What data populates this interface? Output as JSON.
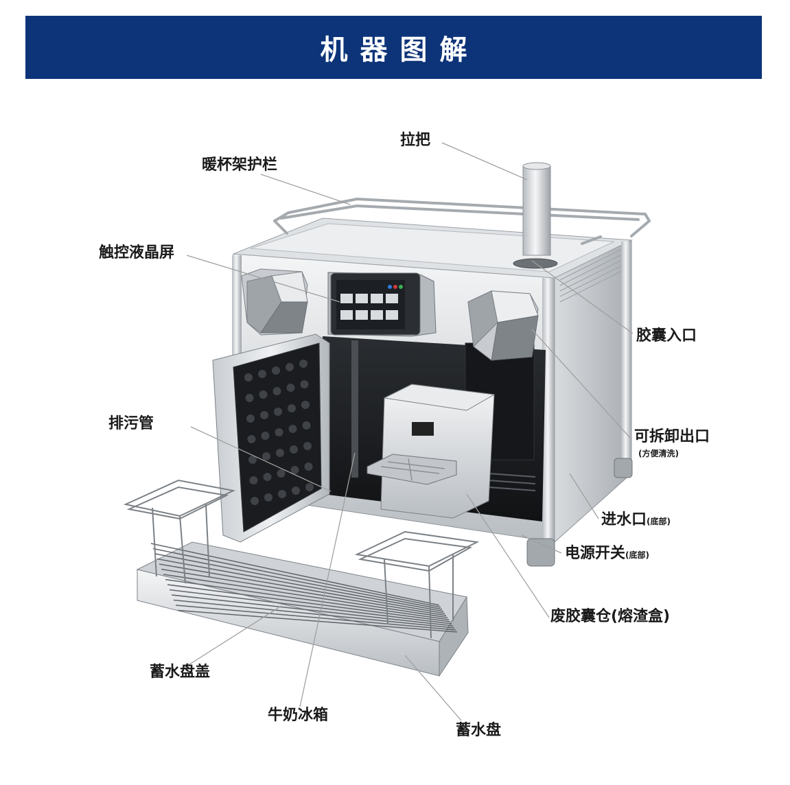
{
  "header": {
    "title": "机器图解"
  },
  "colors": {
    "banner": "#0d3479",
    "leader_line": "#9a9a9a",
    "steel_light": "#e6e8ea",
    "steel_mid": "#bfc3c7",
    "steel_dark": "#7c8186",
    "interior": "#1a1c1f"
  },
  "labels": {
    "handle": "拉把",
    "cup_rail": "暖杯架护栏",
    "touch_screen": "触控液晶屏",
    "capsule_inlet": "胶囊入口",
    "drain_pipe": "排污管",
    "outlet": "可拆卸出口",
    "outlet_note": "(方便清洗)",
    "water_inlet": "进水口",
    "water_inlet_note": "(底部)",
    "power_switch": "电源开关",
    "power_switch_note": "(底部)",
    "waste_bin": "废胶囊仓(熔渣盒)",
    "tray_cover": "蓄水盘盖",
    "milk_fridge": "牛奶冰箱",
    "drip_tray": "蓄水盘"
  }
}
